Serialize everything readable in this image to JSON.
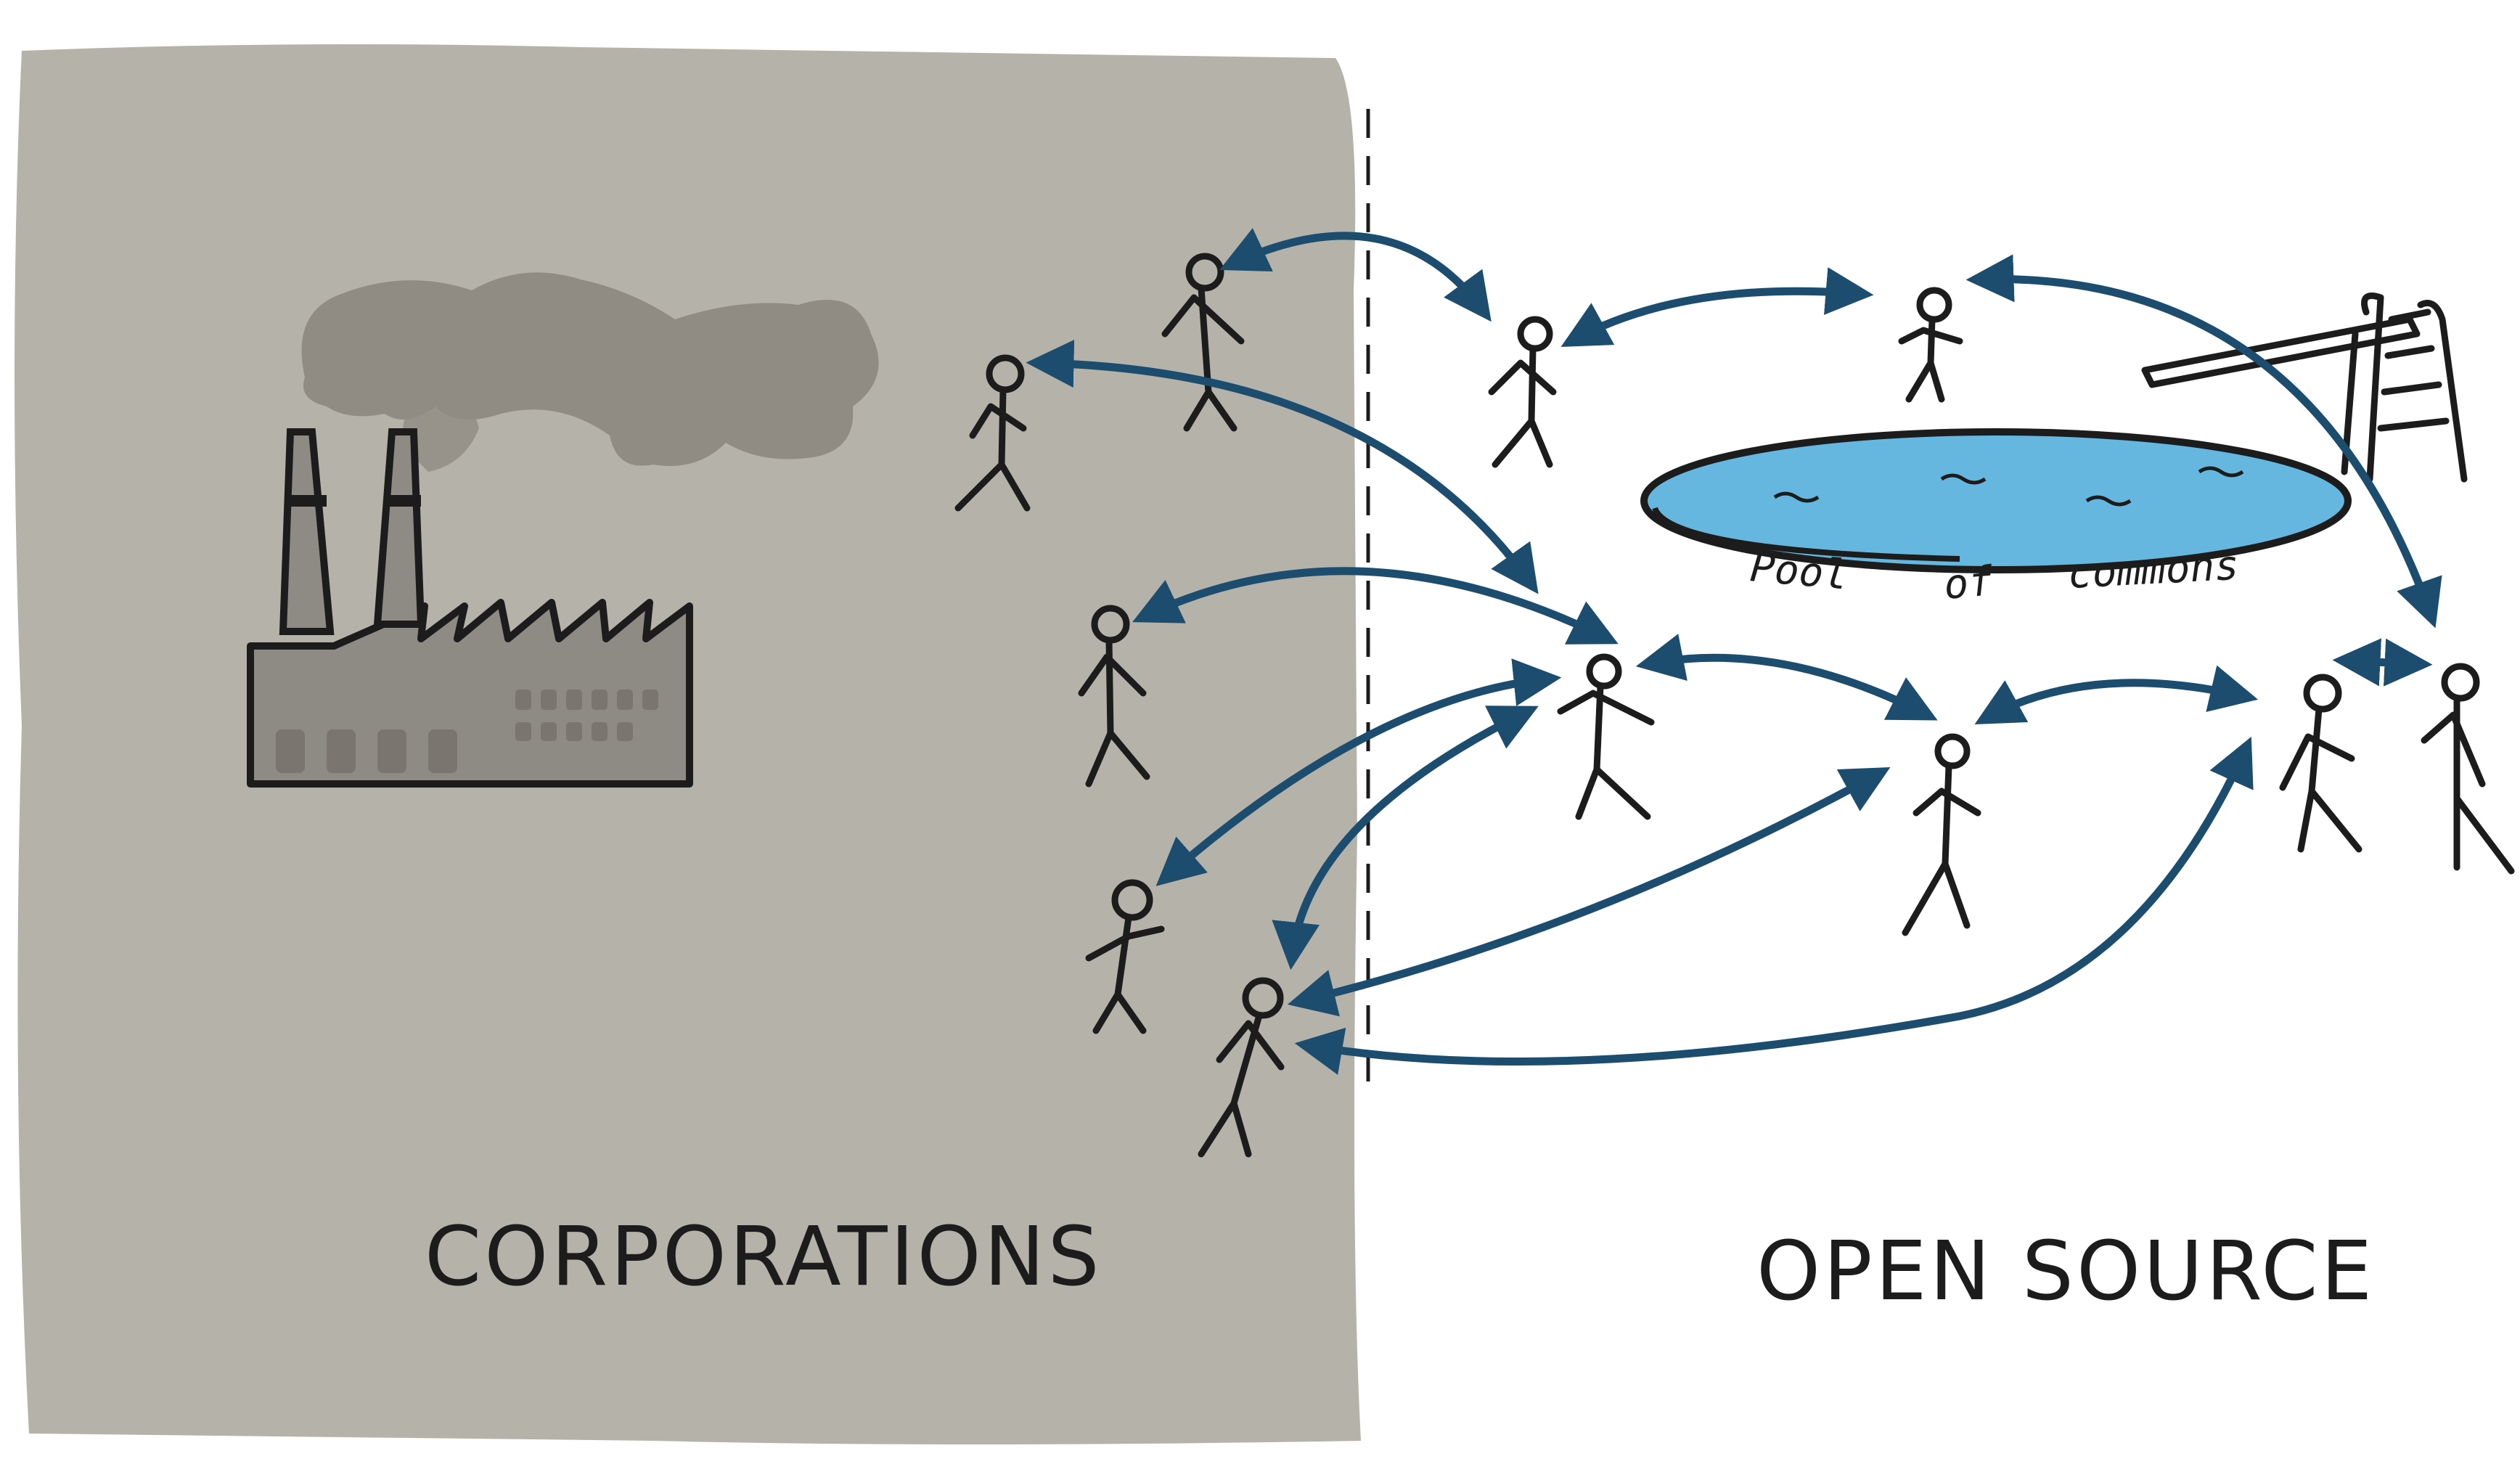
{
  "labels": {
    "corporations": "CORPORATIONS",
    "open_source": "OPEN SOURCE",
    "pool_word1": "Pool",
    "pool_word2": "of",
    "pool_word3": "commons"
  },
  "colors": {
    "corporate_area": "#b5b2aa",
    "ink": "#1c1c1c",
    "arrow": "#1c4d6e",
    "pool_water": "#66b7e0",
    "smoke": "#8c877f",
    "factory_fill": "#8e8a84"
  }
}
